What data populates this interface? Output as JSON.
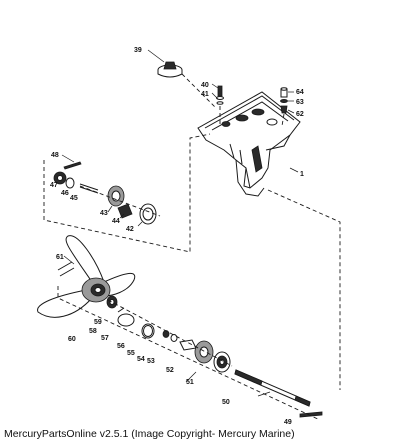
{
  "caption": "MercuryPartsOnline v2.5.1 (Image Copyright- Mercury Marine)",
  "labels": {
    "p1": "1",
    "p39": "39",
    "p40": "40",
    "p41": "41",
    "p42": "42",
    "p43": "43",
    "p44": "44",
    "p45": "45",
    "p46": "46",
    "p47": "47",
    "p48": "48",
    "p49": "49",
    "p50": "50",
    "p51": "51",
    "p52": "52",
    "p53": "53",
    "p54": "54",
    "p55": "55",
    "p56": "56",
    "p57": "57",
    "p58": "58",
    "p59": "59",
    "p60": "60",
    "p61": "61",
    "p62": "62",
    "p63": "63",
    "p64": "64"
  }
}
